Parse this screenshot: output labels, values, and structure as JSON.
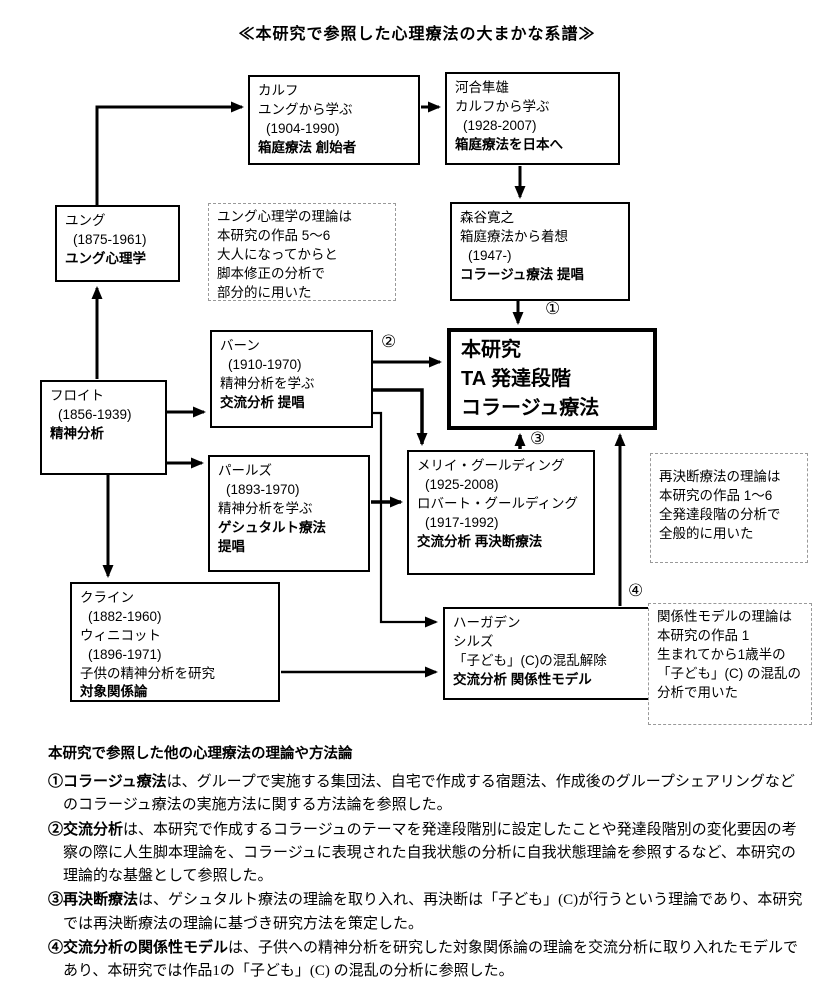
{
  "title": "≪本研究で参照した心理療法の大まかな系譜≫",
  "diagram": {
    "boxes": {
      "kalff": {
        "lines": [
          "カルフ",
          "ユングから学ぶ",
          "(1904-1990)",
          "箱庭療法 創始者"
        ]
      },
      "kawai": {
        "lines": [
          "河合隼雄",
          "カルフから学ぶ",
          "(1928-2007)",
          "箱庭療法を日本へ"
        ]
      },
      "jung": {
        "lines": [
          "ユング",
          "(1875-1961)",
          "ユング心理学"
        ]
      },
      "moritani": {
        "lines": [
          "森谷寛之",
          "箱庭療法から着想",
          "(1947-)",
          "コラージュ療法 提唱"
        ]
      },
      "berne": {
        "lines": [
          "バーン",
          "(1910-1970)",
          "精神分析を学ぶ",
          "交流分析 提唱"
        ]
      },
      "honkenkyu": {
        "lines": [
          "本研究",
          "TA 発達段階",
          "コラージュ療法"
        ]
      },
      "freud": {
        "lines": [
          "フロイト",
          "(1856-1939)",
          "精神分析"
        ]
      },
      "perls": {
        "lines": [
          "パールズ",
          "(1893-1970)",
          "精神分析を学ぶ",
          "ゲシュタルト療法",
          "提唱"
        ]
      },
      "goulding": {
        "lines": [
          "メリイ・グールディング",
          "(1925-2008)",
          "ロバート・グールディング",
          "(1917-1992)",
          "交流分析 再決断療法"
        ]
      },
      "klein": {
        "lines": [
          "クライン",
          "(1882-1960)",
          "ウィニコット",
          "(1896-1971)",
          "子供の精神分析を研究",
          "対象関係論"
        ]
      },
      "hargaden": {
        "lines": [
          "ハーガデン",
          "シルズ",
          "「子ども」(C)の混乱解除",
          "交流分析 関係性モデル"
        ]
      }
    },
    "notes": {
      "jung_note": {
        "lines": [
          "ユング心理学の理論は",
          "本研究の作品 5〜6",
          "大人になってからと",
          "脚本修正の分析で",
          "部分的に用いた"
        ]
      },
      "redecision_note": {
        "lines": [
          "再決断療法の理論は",
          "本研究の作品 1〜6",
          "全発達段階の分析で",
          "全般的に用いた"
        ]
      },
      "relational_note": {
        "lines": [
          "関係性モデルの理論は",
          "本研究の作品 1",
          "生まれてから1歳半の",
          "「子ども」(C) の混乱の",
          "分析で用いた"
        ]
      }
    },
    "circled": {
      "c1": "①",
      "c2": "②",
      "c3": "③",
      "c4": "④"
    }
  },
  "footer": {
    "heading": "本研究で参照した他の心理療法の理論や方法論",
    "items": [
      {
        "num": "①",
        "term": "コラージュ療法",
        "text": "は、グループで実施する集団法、自宅で作成する宿題法、作成後のグループシェアリングなどのコラージュ療法の実施方法に関する方法論を参照した。"
      },
      {
        "num": "②",
        "term": "交流分析",
        "text": "は、本研究で作成するコラージュのテーマを発達段階別に設定したことや発達段階別の変化要因の考察の際に人生脚本理論を、コラージュに表現された自我状態の分析に自我状態理論を参照するなど、本研究の理論的な基盤として参照した。"
      },
      {
        "num": "③",
        "term": "再決断療法",
        "text": "は、ゲシュタルト療法の理論を取り入れ、再決断は「子ども」(C)が行うという理論であり、本研究では再決断療法の理論に基づき研究方法を策定した。"
      },
      {
        "num": "④",
        "term": "交流分析の関係性モデル",
        "text": "は、子供への精神分析を研究した対象関係論の理論を交流分析に取り入れたモデルであり、本研究では作品1の「子ども」(C) の混乱の分析に参照した。"
      }
    ]
  }
}
